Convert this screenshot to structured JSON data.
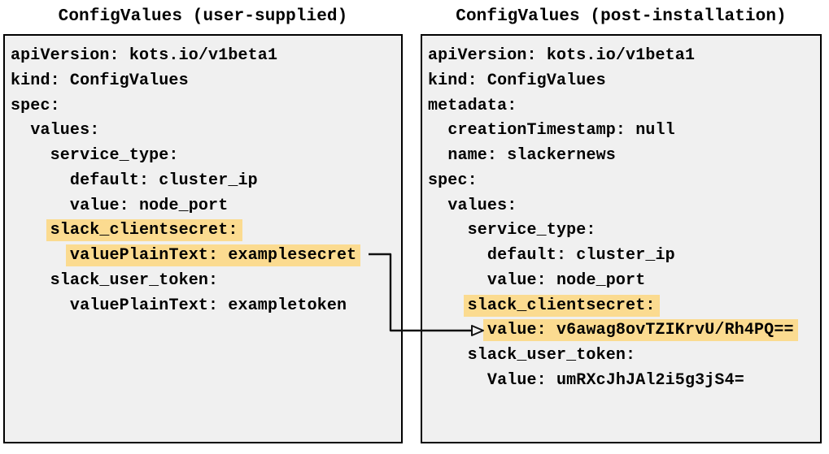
{
  "colors": {
    "highlight": "#fbdb90",
    "panel_bg": "#f0f0f0",
    "border": "#000000",
    "arrow": "#111111"
  },
  "panels": [
    {
      "title": "ConfigValues (user-supplied)",
      "lines": [
        {
          "indent": 0,
          "text": "apiVersion: kots.io/v1beta1",
          "hl": false
        },
        {
          "indent": 0,
          "text": "kind: ConfigValues",
          "hl": false
        },
        {
          "indent": 0,
          "text": "spec:",
          "hl": false
        },
        {
          "indent": 2,
          "text": "values:",
          "hl": false
        },
        {
          "indent": 4,
          "text": "service_type:",
          "hl": false
        },
        {
          "indent": 6,
          "text": "default: cluster_ip",
          "hl": false
        },
        {
          "indent": 6,
          "text": "value: node_port",
          "hl": false
        },
        {
          "indent": 4,
          "text": "slack_clientsecret:",
          "hl": true
        },
        {
          "indent": 6,
          "text": "valuePlainText: examplesecret",
          "hl": true
        },
        {
          "indent": 4,
          "text": "slack_user_token:",
          "hl": false
        },
        {
          "indent": 6,
          "text": "valuePlainText: exampletoken",
          "hl": false
        }
      ]
    },
    {
      "title": "ConfigValues (post-installation)",
      "lines": [
        {
          "indent": 0,
          "text": "apiVersion: kots.io/v1beta1",
          "hl": false
        },
        {
          "indent": 0,
          "text": "kind: ConfigValues",
          "hl": false
        },
        {
          "indent": 0,
          "text": "metadata:",
          "hl": false
        },
        {
          "indent": 2,
          "text": "creationTimestamp: null",
          "hl": false
        },
        {
          "indent": 2,
          "text": "name: slackernews",
          "hl": false
        },
        {
          "indent": 0,
          "text": "spec:",
          "hl": false
        },
        {
          "indent": 2,
          "text": "values:",
          "hl": false
        },
        {
          "indent": 4,
          "text": "service_type:",
          "hl": false
        },
        {
          "indent": 6,
          "text": "default: cluster_ip",
          "hl": false
        },
        {
          "indent": 6,
          "text": "value: node_port",
          "hl": false
        },
        {
          "indent": 4,
          "text": "slack_clientsecret:",
          "hl": true
        },
        {
          "indent": 6,
          "text": "value: v6awag8ovTZIKrvU/Rh4PQ==",
          "hl": true
        },
        {
          "indent": 4,
          "text": "slack_user_token:",
          "hl": false
        },
        {
          "indent": 6,
          "text": "Value: umRXcJhJAl2i5g3jS4=",
          "hl": false
        }
      ]
    }
  ],
  "arrow": {
    "from_text": "valuePlainText: examplesecret",
    "to_text": "value: v6awag8ovTZIKrvU/Rh4PQ=="
  }
}
